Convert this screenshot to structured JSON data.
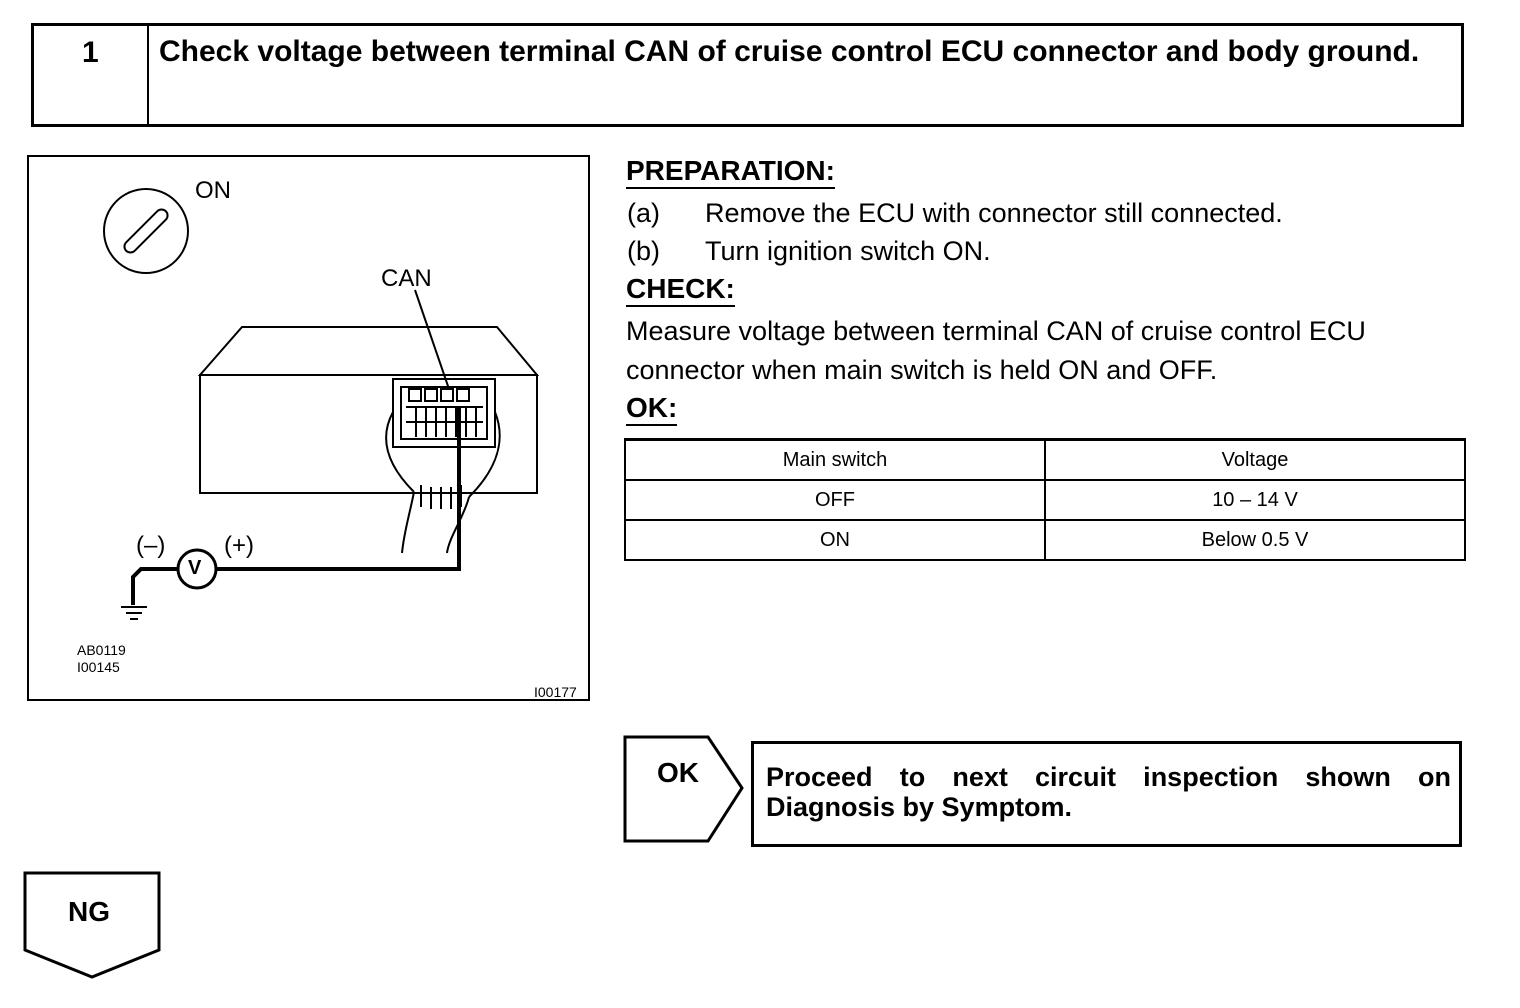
{
  "step": {
    "number": "1",
    "title": "Check voltage between terminal CAN of cruise control ECU connector and body ground."
  },
  "figure": {
    "ignition_label": "ON",
    "terminal_label": "CAN",
    "meter_symbol": "V",
    "negative_label": "(–)",
    "positive_label": "(+)",
    "code_left_1": "AB0119",
    "code_left_2": "I00145",
    "code_right": "I00177"
  },
  "preparation": {
    "heading": "PREPARATION:",
    "steps": [
      {
        "letter": "(a)",
        "text": "Remove the ECU with connector still connected."
      },
      {
        "letter": "(b)",
        "text": "Turn ignition switch ON."
      }
    ]
  },
  "check": {
    "heading": "CHECK:",
    "line_1": "Measure voltage between terminal CAN of cruise control ECU",
    "line_2": "connector when main switch is held ON and OFF."
  },
  "ok_section": {
    "heading": "OK:",
    "table": {
      "headers": [
        "Main switch",
        "Voltage"
      ],
      "rows": [
        [
          "OFF",
          "10 – 14 V"
        ],
        [
          "ON",
          "Below 0.5 V"
        ]
      ]
    }
  },
  "ok_branch": {
    "tag": "OK",
    "result": "Proceed to next circuit inspection shown on Diagnosis by Symptom."
  },
  "ng_branch": {
    "tag": "NG"
  }
}
